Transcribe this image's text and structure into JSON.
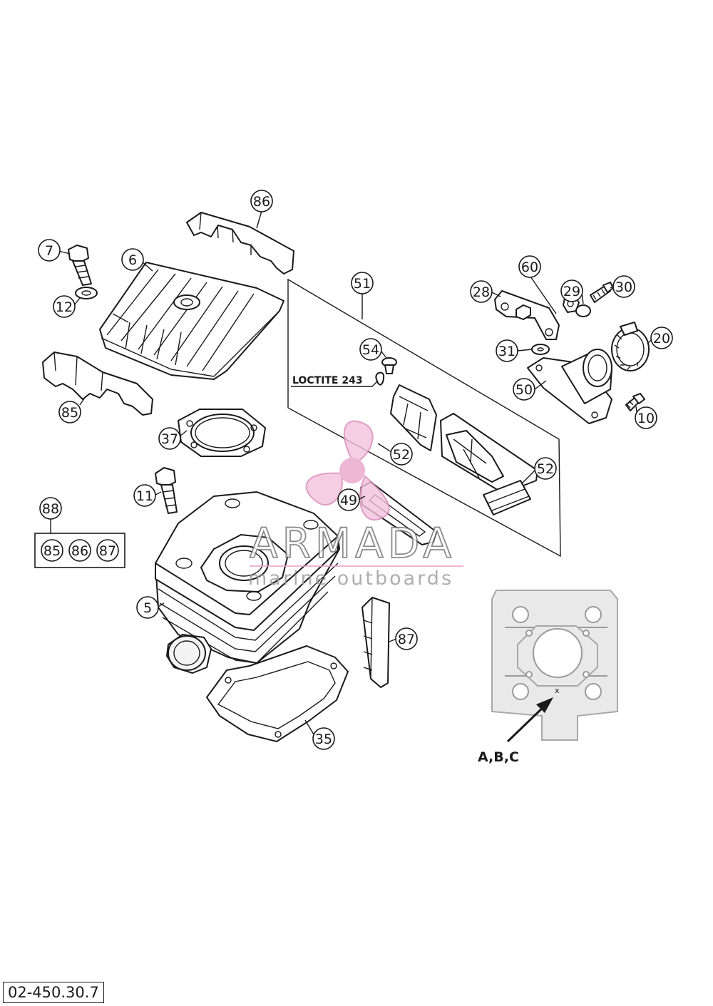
{
  "callouts": {
    "c86": "86",
    "c7": "7",
    "c6": "6",
    "c12": "12",
    "c85": "85",
    "c37": "37",
    "c11": "11",
    "c88": "88",
    "c5": "5",
    "c35": "35",
    "c87": "87",
    "c51": "51",
    "c54": "54",
    "c52a": "52",
    "c52b": "52",
    "c49": "49",
    "c60": "60",
    "c28": "28",
    "c29": "29",
    "c30": "30",
    "c31": "31",
    "c20": "20",
    "c50": "50",
    "c10": "10"
  },
  "kit": {
    "items": [
      "85",
      "86",
      "87"
    ]
  },
  "loctite_label": "LOCTITE 243",
  "marking_label": "A,B,C",
  "marking_x": "x",
  "watermark": {
    "brand": "ARMADA",
    "tagline": "marine outboards"
  },
  "diagram_ref": "02-450.30.7"
}
